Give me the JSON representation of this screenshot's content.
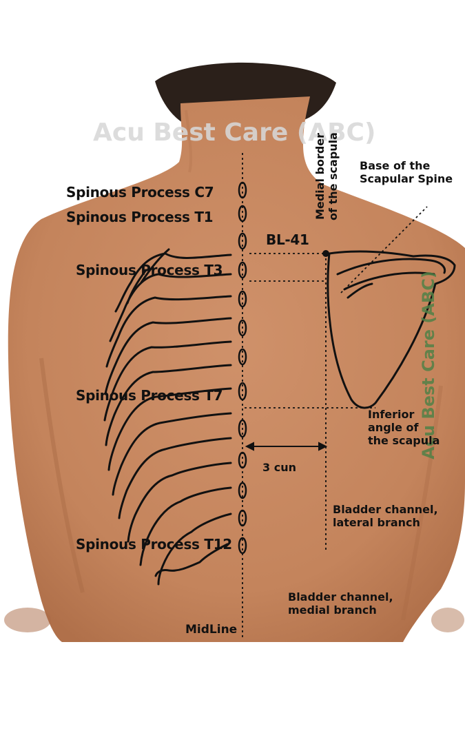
{
  "watermark": "Acu Best Care (ABC)",
  "point": "BL-41",
  "measure": "3 cun",
  "midline": "MidLine",
  "spinous": {
    "c7": "Spinous Process C7",
    "t1": "Spinous Process T1",
    "t3": "Spinous Process T3",
    "t7": "Spinous Process T7",
    "t12": "Spinous Process T12"
  },
  "scapula": {
    "medial_border": [
      "Medial border",
      "of the scapula"
    ],
    "spine_base": [
      "Base of the",
      "Scapular Spine"
    ],
    "inferior_angle": [
      "Inferior",
      "angle of",
      "the scapula"
    ]
  },
  "channels": {
    "lateral": [
      "Bladder channel,",
      "lateral branch"
    ],
    "medial": [
      "Bladder channel,",
      "medial branch"
    ]
  },
  "colors": {
    "skin": "#c98a62",
    "skin_shadow": "#a96a45",
    "hair": "#2b201a",
    "line": "#111111",
    "watermark_grey": "#d8d8d8",
    "watermark_green": "#4f8046"
  }
}
